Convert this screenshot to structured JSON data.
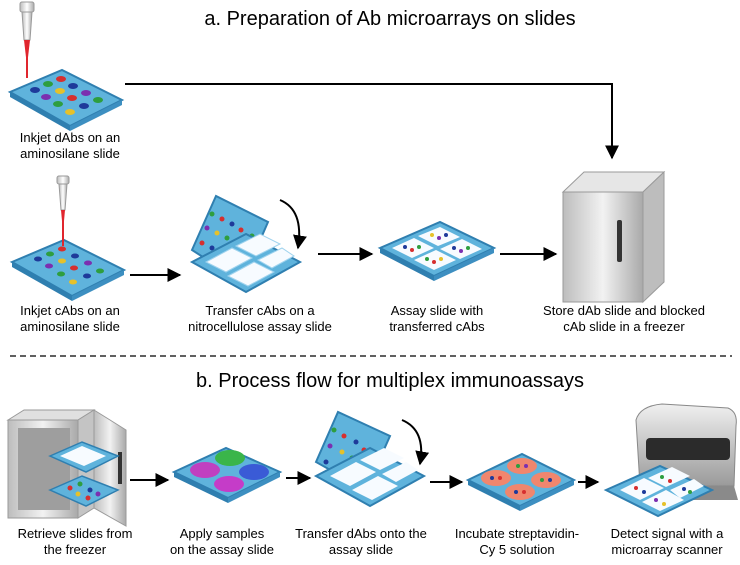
{
  "section_a": {
    "title": "a. Preparation of Ab microarrays on slides",
    "steps": [
      {
        "line1": "Inkjet dAbs on an",
        "line2": "aminosilane slide"
      },
      {
        "line1": "Inkjet cAbs on an",
        "line2": "aminosilane slide"
      },
      {
        "line1": "Transfer cAbs on a",
        "line2": "nitrocellulose assay slide"
      },
      {
        "line1": "Assay slide with",
        "line2": "transferred cAbs"
      },
      {
        "line1": "Store dAb slide and blocked",
        "line2": "cAb slide in a freezer"
      }
    ]
  },
  "section_b": {
    "title": "b. Process flow for multiplex immunoassays",
    "steps": [
      {
        "line1": "Retrieve slides from",
        "line2": "the freezer"
      },
      {
        "line1": "Apply samples",
        "line2": "on the assay slide"
      },
      {
        "line1": "Transfer dAbs onto the",
        "line2": "assay slide"
      },
      {
        "line1": "Incubate streptavidin-",
        "line2": "Cy 5 solution"
      },
      {
        "line1": "Detect signal with a",
        "line2": "microarray scanner"
      }
    ]
  },
  "colors": {
    "slide_blue": "#5fb3dc",
    "slide_edge": "#2f7fb0",
    "pipette_red": "#e0262e",
    "freezer_grey": "#d9d9d9"
  }
}
